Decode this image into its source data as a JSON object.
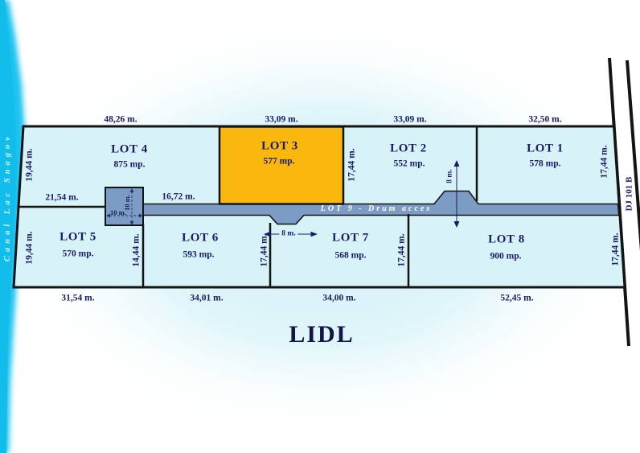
{
  "page": {
    "title": "LIDL"
  },
  "canal": {
    "label": "Canal Lac Snagov"
  },
  "highway": {
    "label": "DJ 101 B"
  },
  "access_road": {
    "label": "LOT 9 - Drum acces",
    "entry_width": "8 m.",
    "notch_width": "8 m.",
    "turnaround_width": "10 m.",
    "turnaround_height": "10 m."
  },
  "lots": [
    {
      "name": "LOT 1",
      "area": "578 mp."
    },
    {
      "name": "LOT 2",
      "area": "552 mp."
    },
    {
      "name": "LOT 3",
      "area": "577 mp.",
      "highlighted": true
    },
    {
      "name": "LOT 4",
      "area": "875 mp."
    },
    {
      "name": "LOT 5",
      "area": "570 mp."
    },
    {
      "name": "LOT 6",
      "area": "593 mp."
    },
    {
      "name": "LOT 7",
      "area": "568 mp."
    },
    {
      "name": "LOT 8",
      "area": "900 mp."
    }
  ],
  "dims": {
    "lot4_top": "48,26 m.",
    "lot3_top": "33,09 m.",
    "lot2_top": "33,09 m.",
    "lot1_top": "32,50 m.",
    "lot4_left": "19,44 m.",
    "lot5_left": "19,44 m.",
    "lot4_bottom_left": "21,54 m.",
    "lot4_bottom_right": "16,72 m.",
    "lot3_right": "17,44 m.",
    "lot1_right": "17,44 m.",
    "lot6_left": "14,44 m.",
    "lot6_right": "17,44 m.",
    "lot7_right": "17,44 m.",
    "lot8_right": "17,44 m.",
    "lot5_bottom": "31,54 m.",
    "lot6_bottom": "34,01 m.",
    "lot7_bottom": "34,00 m.",
    "lot8_bottom": "52,45 m."
  },
  "colors": {
    "canal": "#1cc3ee",
    "lot_fill": "#d8f3f8",
    "highlight_lot": "#fab70e",
    "road": "#7d9cc5",
    "ink": "#1a1a66",
    "line": "#141414"
  }
}
